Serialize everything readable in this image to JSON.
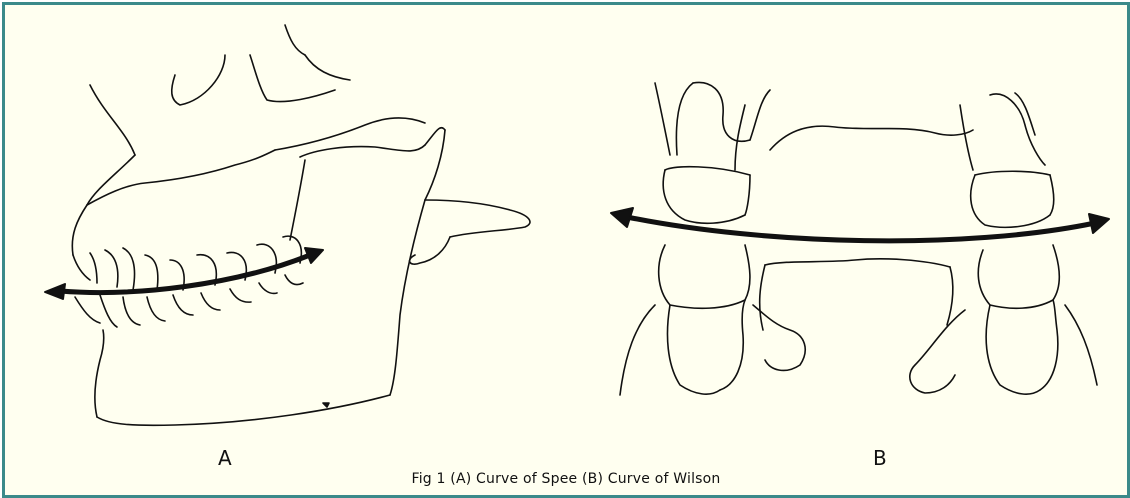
{
  "figure": {
    "panel_a_label": "A",
    "panel_b_label": "B",
    "caption": "Fig 1 (A) Curve of  Spee (B) Curve of Wilson"
  },
  "colors": {
    "frame_border": "#3b8a8a",
    "background": "#fffff0",
    "line": "#111111"
  }
}
